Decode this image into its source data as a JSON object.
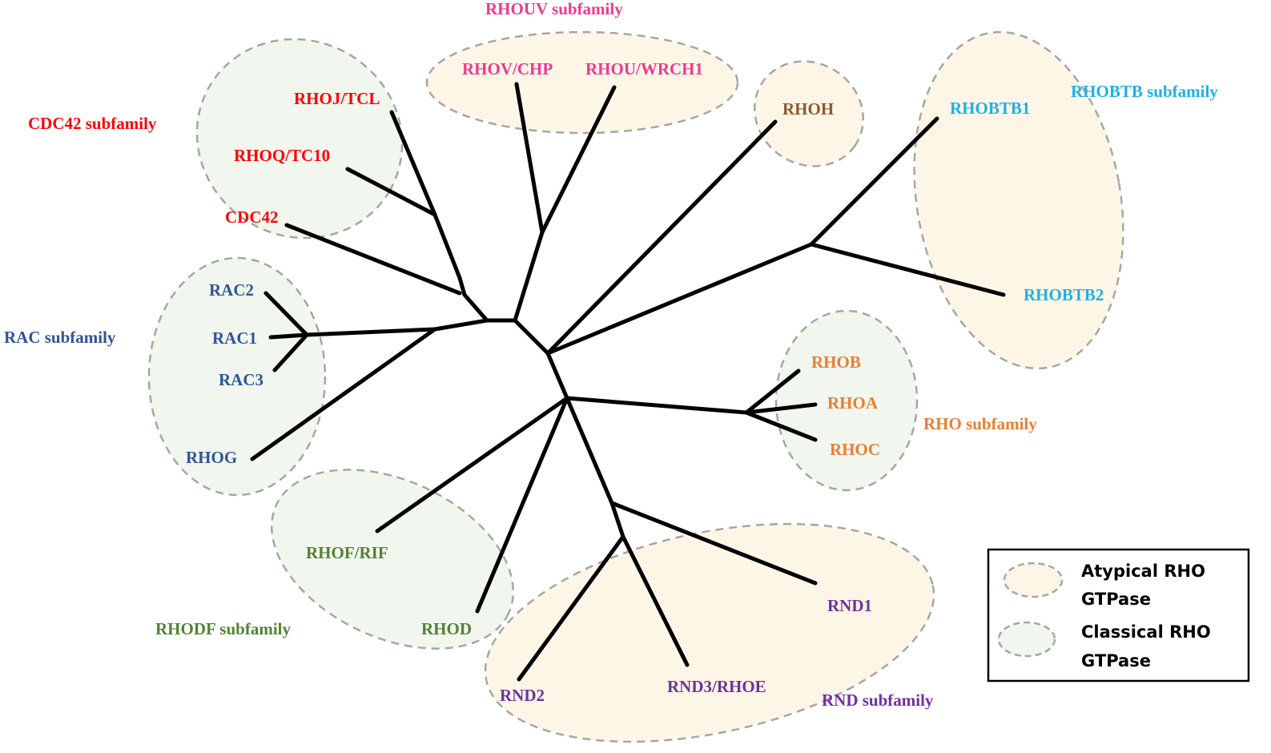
{
  "colors": {
    "cdc42": "#ff0000",
    "rac": "#2f5597",
    "rhouv": "#ee3a8c",
    "rhoh": "#8b5a2b",
    "rhobtb": "#1fb0e8",
    "rho": "#ed7d31",
    "rhodf": "#548235",
    "rnd": "#7030a0",
    "atypical_fill": "#fdf6e7",
    "classical_fill": "#f1f6ee",
    "outline": "#a6a6a6",
    "branch": "#000000"
  },
  "subfamilies": {
    "cdc42": "CDC42 subfamily",
    "rac": "RAC subfamily",
    "rhouv": "RHOUV subfamily",
    "rhobtb": "RHOBTB subfamily",
    "rho": "RHO subfamily",
    "rhodf": "RHODF subfamily",
    "rnd": "RND subfamily"
  },
  "genes": {
    "rhoj": "RHOJ/TCL",
    "rhoq": "RHOQ/TC10",
    "cdc42": "CDC42",
    "rac2": "RAC2",
    "rac1": "RAC1",
    "rac3": "RAC3",
    "rhog": "RHOG",
    "rhov": "RHOV/CHP",
    "rhou": "RHOU/WRCH1",
    "rhoh": "RHOH",
    "rhobtb1": "RHOBTB1",
    "rhobtb2": "RHOBTB2",
    "rhob": "RHOB",
    "rhoa": "RHOA",
    "rhoc": "RHOC",
    "rhof": "RHOF/RIF",
    "rhod": "RHOD",
    "rnd1": "RND1",
    "rnd2": "RND2",
    "rnd3": "RND3/RHOE"
  },
  "legend": {
    "atypical_line1": "Atypical RHO",
    "atypical_line2": "GTPase",
    "classical_line1": "Classical RHO",
    "classical_line2": "GTPase"
  }
}
